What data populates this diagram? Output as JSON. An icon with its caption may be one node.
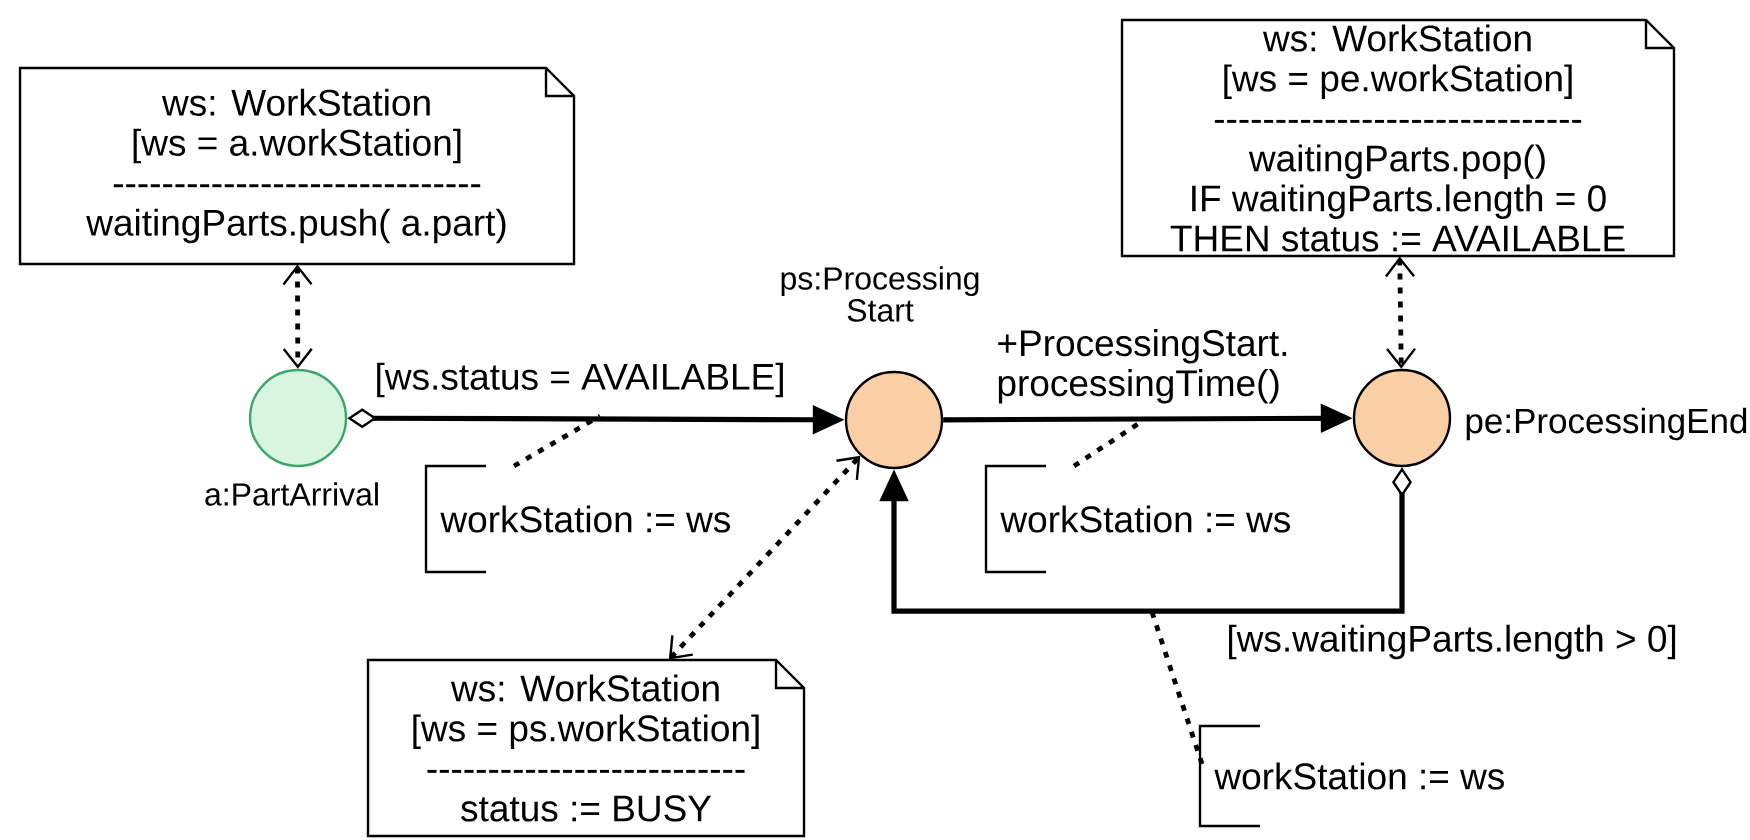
{
  "diagram": {
    "nodes": [
      {
        "text": [
          "ws: WorkStation",
          "[ws = a.workStation]",
          "------------------------------",
          "waitingParts.push( a.part)"
        ]
      },
      {
        "text": [],
        "shape": "circle",
        "beside": [
          "a:PartArrival"
        ]
      },
      {
        "text": [],
        "shape": "circle",
        "beside": [
          "ps:Processing Start"
        ]
      },
      {
        "text": [],
        "shape": "circle",
        "beside": [
          "pe:ProcessingEnd"
        ]
      },
      {
        "text": [
          "ws: WorkStation",
          "[ws = pe.workStation]",
          "------------------------------",
          "waitingParts.pop()",
          "IF waitingParts.length = 0",
          "THEN status := AVAILABLE"
        ]
      },
      {
        "text": [
          "ws: WorkStation",
          "[ws = ps.workStation]",
          "--------------------------",
          "status := BUSY"
        ]
      },
      {
        "text": [
          "workStation := ws"
        ]
      },
      {
        "text": [
          "workStation := ws"
        ]
      },
      {
        "text": [
          "workStation := ws"
        ]
      }
    ],
    "edges": [
      {
        "from": 0,
        "to": 1,
        "arrow": "both",
        "style": "dashed"
      },
      {
        "from": 1,
        "to": 2,
        "arrow": "to",
        "label": "[ws.status = AVAILABLE]"
      },
      {
        "from": 2,
        "to": 3,
        "arrow": "to",
        "label": "+ProcessingStart. processingTime()"
      },
      {
        "from": 3,
        "to": 2,
        "arrow": "to",
        "label": "[ws.waitingParts.length > 0]"
      },
      {
        "from": 4,
        "to": 3,
        "arrow": "both",
        "style": "dashed"
      },
      {
        "from": 5,
        "to": 2,
        "arrow": "both",
        "style": "dashed"
      },
      {
        "from": 6,
        "to": null,
        "arrow": "none",
        "style": "dashed"
      },
      {
        "from": 7,
        "to": null,
        "arrow": "none",
        "style": "dashed"
      },
      {
        "from": 8,
        "to": null,
        "arrow": "none",
        "style": "dashed"
      }
    ]
  }
}
